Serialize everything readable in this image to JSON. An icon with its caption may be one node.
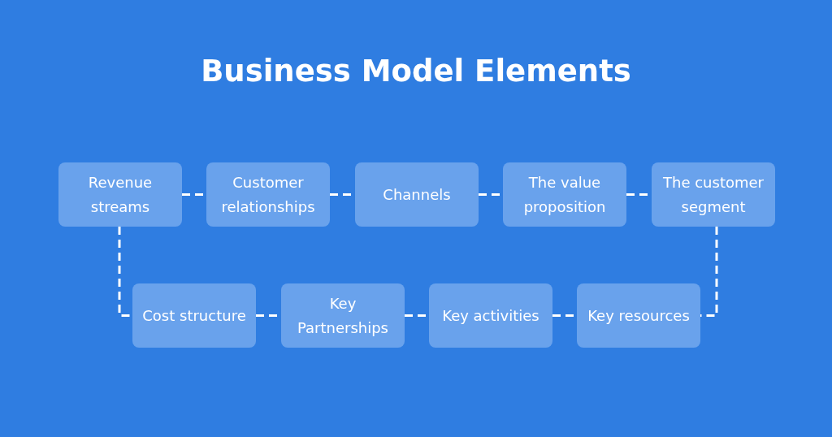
{
  "diagram": {
    "title": "Business Model Elements",
    "nodes": [
      {
        "text": [
          "Revenue streams"
        ]
      },
      {
        "text": [
          "Customer relationships"
        ]
      },
      {
        "text": [
          "Channels"
        ]
      },
      {
        "text": [
          "The value proposition"
        ]
      },
      {
        "text": [
          "The customer segment"
        ]
      },
      {
        "text": [
          "Cost structure"
        ]
      },
      {
        "text": [
          "Key Partnerships"
        ]
      },
      {
        "text": [
          "Key activities"
        ]
      },
      {
        "text": [
          "Key resources"
        ]
      }
    ],
    "edges": [
      {
        "from": 0,
        "to": 1,
        "arrow": "none",
        "style": "dashed"
      },
      {
        "from": 1,
        "to": 2,
        "arrow": "none",
        "style": "dashed"
      },
      {
        "from": 2,
        "to": 3,
        "arrow": "none",
        "style": "dashed"
      },
      {
        "from": 3,
        "to": 4,
        "arrow": "none",
        "style": "dashed"
      },
      {
        "from": 4,
        "to": 8,
        "arrow": "none",
        "style": "dashed"
      },
      {
        "from": 0,
        "to": 5,
        "arrow": "none",
        "style": "dashed"
      },
      {
        "from": 5,
        "to": 6,
        "arrow": "none",
        "style": "dashed"
      },
      {
        "from": 6,
        "to": 7,
        "arrow": "none",
        "style": "dashed"
      },
      {
        "from": 7,
        "to": 8,
        "arrow": "none",
        "style": "dashed"
      }
    ]
  }
}
